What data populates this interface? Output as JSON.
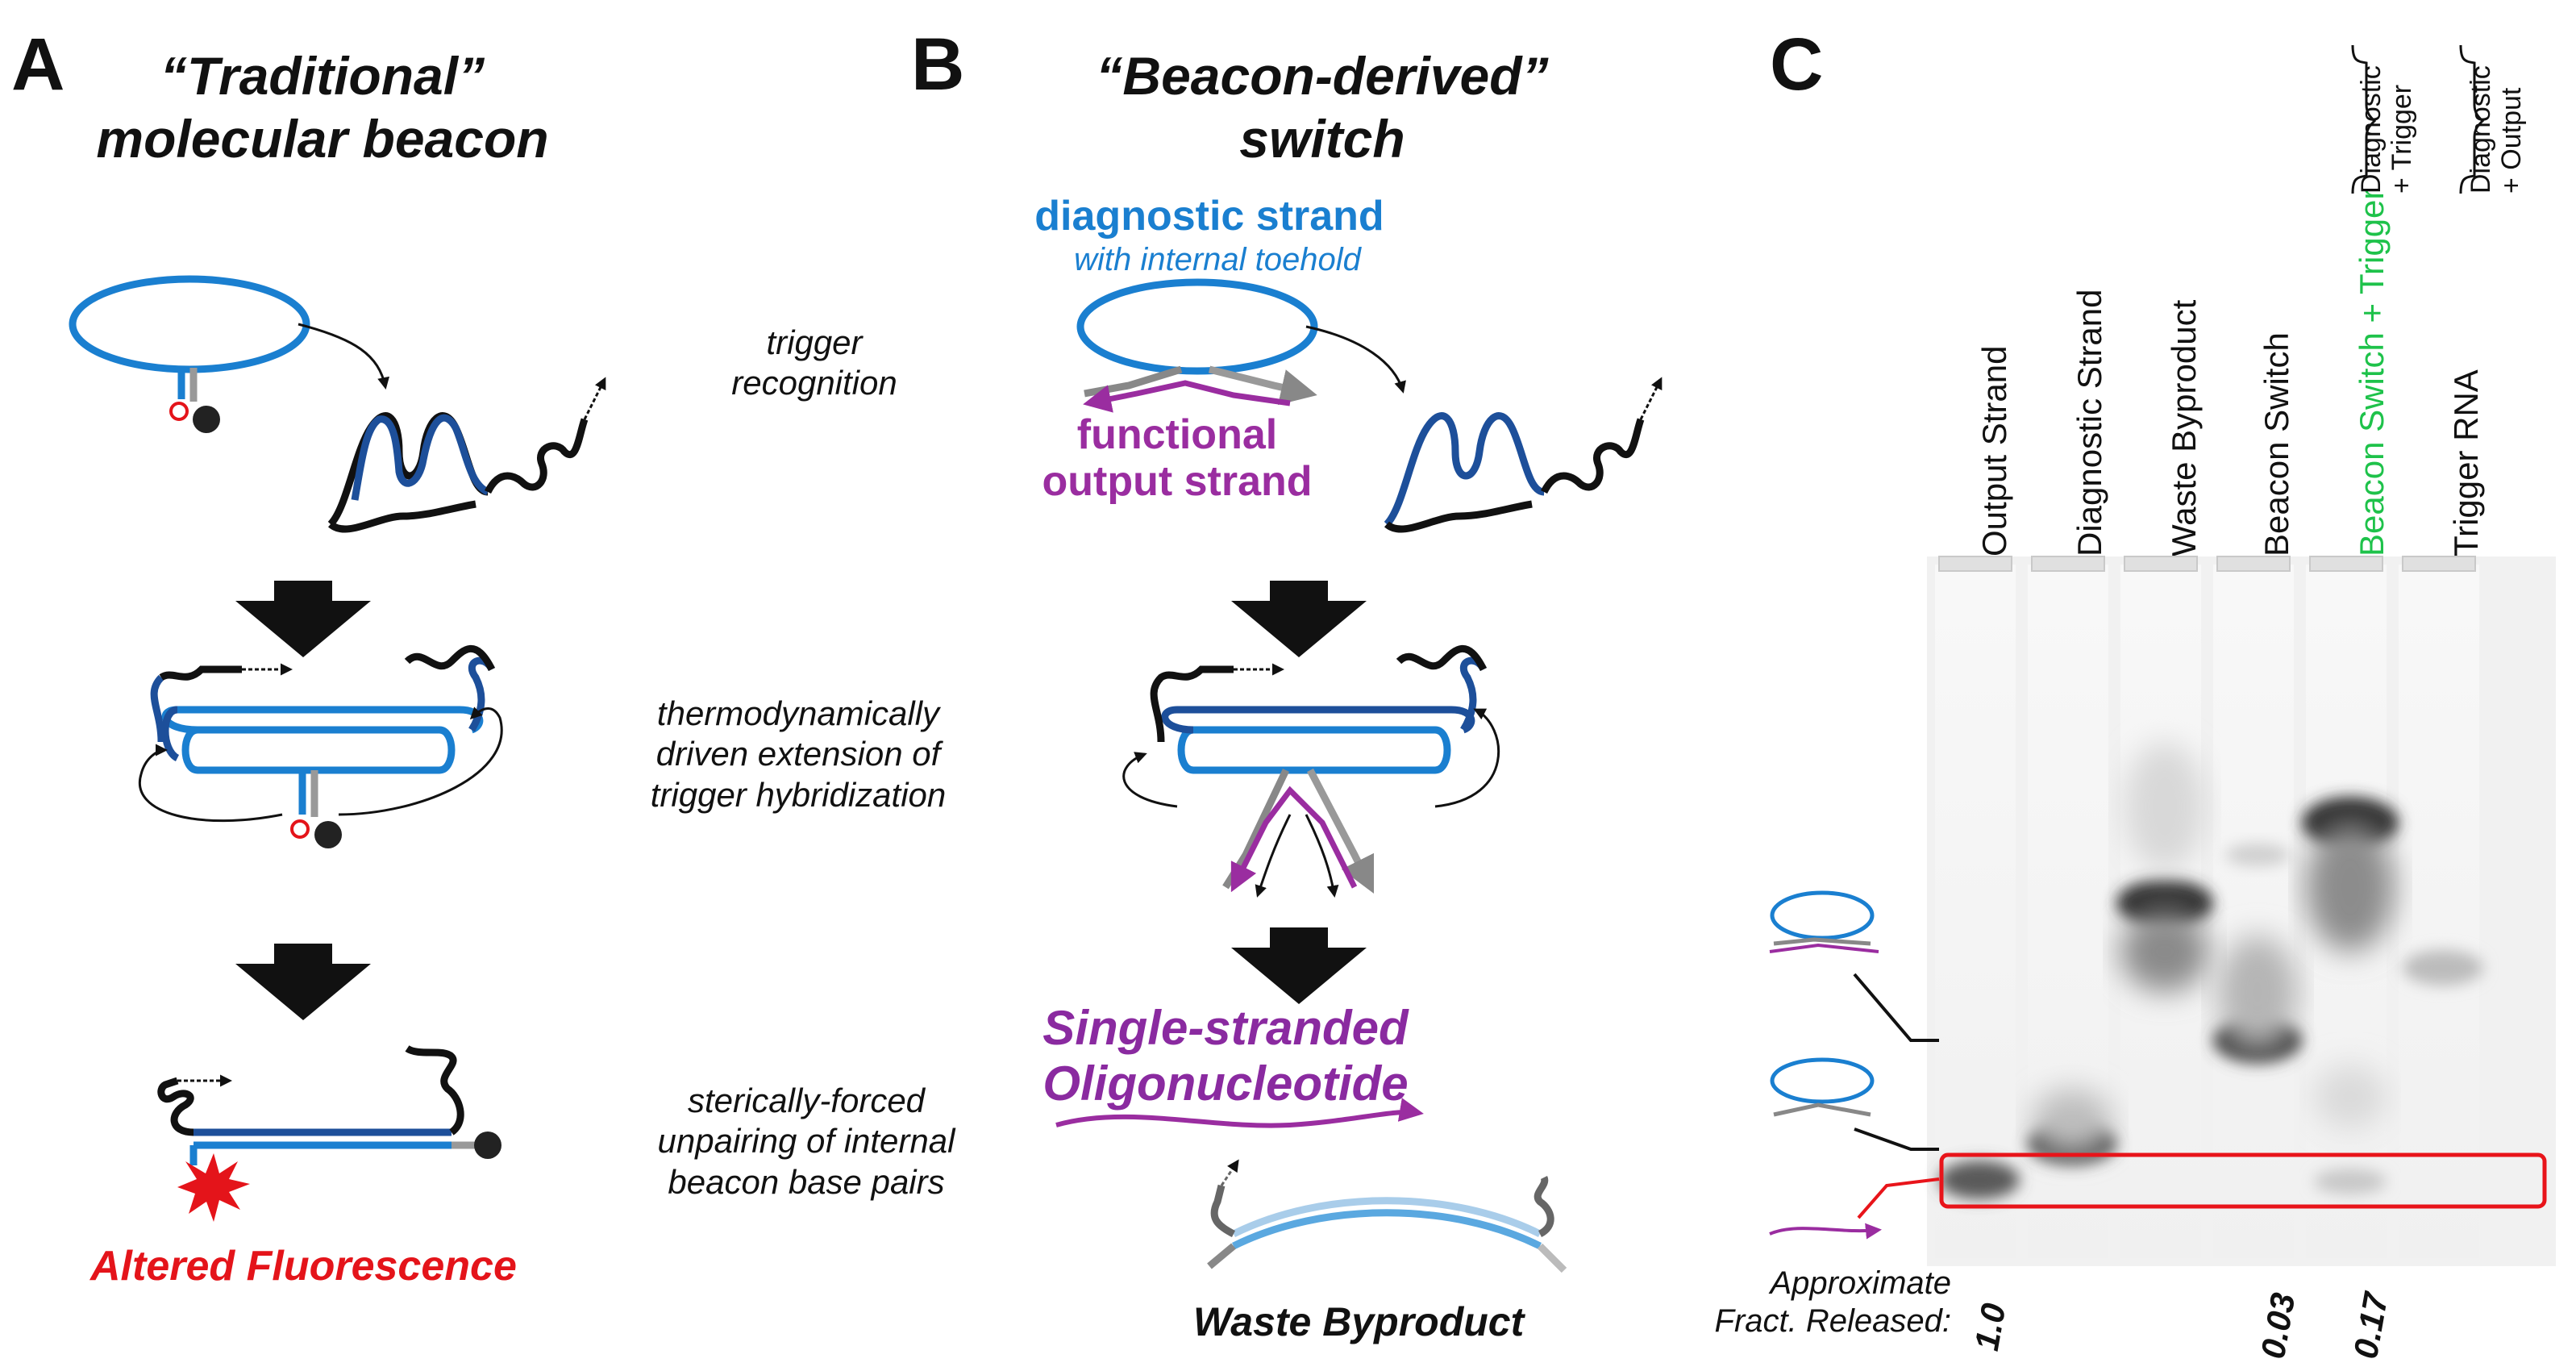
{
  "panel_a": {
    "letter": "A",
    "title_line1": "“Traditional”",
    "title_line2": "molecular beacon",
    "result_label": "Altered Fluorescence"
  },
  "panel_b": {
    "letter": "B",
    "title_line1": "“Beacon-derived”",
    "title_line2": "switch",
    "diag_label": "diagnostic strand",
    "diag_sub": "with internal toehold",
    "output_line1": "functional",
    "output_line2": "output strand",
    "product_line1": "Single-stranded",
    "product_line2": "Oligonucleotide",
    "waste_label": "Waste Byproduct"
  },
  "steps": {
    "step1_line1": "trigger",
    "step1_line2": "recognition",
    "step2_line1": "thermodynamically",
    "step2_line2": "driven extension of",
    "step2_line3": "trigger hybridization",
    "step3_line1": "sterically-forced",
    "step3_line2": "unpairing of internal",
    "step3_line3": "beacon base pairs"
  },
  "panel_c": {
    "letter": "C",
    "lanes": [
      {
        "label": "Output  Strand"
      },
      {
        "label": "Diagnostic Strand"
      },
      {
        "label": "Waste Byproduct"
      },
      {
        "label": "Beacon Switch"
      },
      {
        "label": "Beacon Switch + Trigger"
      },
      {
        "label": "Trigger RNA"
      }
    ],
    "brace_waste_line1": "Diagnostic",
    "brace_waste_line2": "+ Trigger",
    "brace_switch_line1": "Diagnostic",
    "brace_switch_line2": "+ Output",
    "approx_line1": "Approximate",
    "approx_line2": "Fract. Released:",
    "fractions": [
      {
        "lane": 1,
        "value": "1.0"
      },
      {
        "lane": 4,
        "value": "0.03"
      },
      {
        "lane": 5,
        "value": "0.17"
      }
    ]
  },
  "colors": {
    "beacon_blue": "#1a7fd0",
    "dark_blue": "#1d4f9a",
    "output_purple": "#9a2da0",
    "fluor_red": "#e4141a",
    "highlight_red": "#e8141a",
    "accent_green": "#1ec24a",
    "gel_bg": "#f1f1f1"
  }
}
